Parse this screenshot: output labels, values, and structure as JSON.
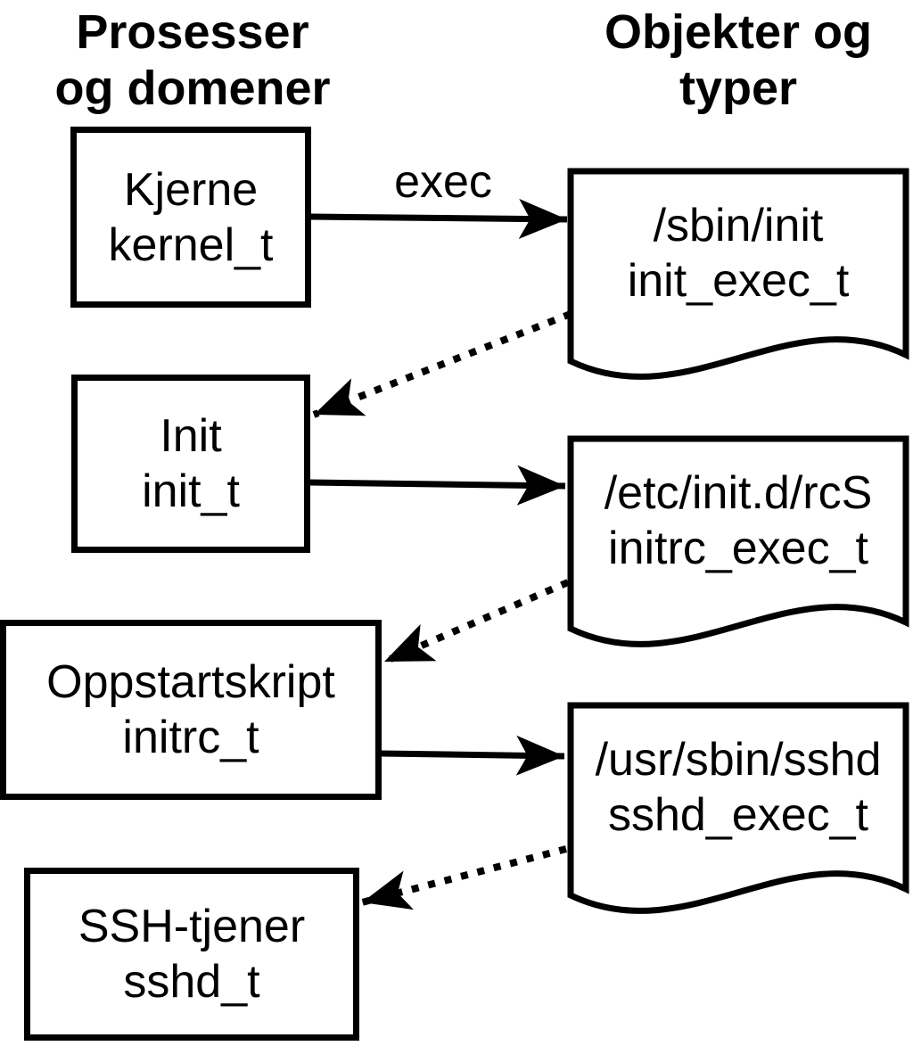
{
  "diagram": {
    "column_headers": {
      "left": {
        "line1": "Prosesser",
        "line2": "og domener"
      },
      "right": {
        "line1": "Objekter og",
        "line2": "typer"
      }
    },
    "processes": [
      {
        "label": "Kjerne",
        "domain": "kernel_t"
      },
      {
        "label": "Init",
        "domain": "init_t"
      },
      {
        "label": "Oppstartskript",
        "domain": "initrc_t"
      },
      {
        "label": "SSH-tjener",
        "domain": "sshd_t"
      }
    ],
    "objects": [
      {
        "path": "/sbin/init",
        "type": "init_exec_t"
      },
      {
        "path": "/etc/init.d/rcS",
        "type": "initrc_exec_t"
      },
      {
        "path": "/usr/sbin/sshd",
        "type": "sshd_exec_t"
      }
    ],
    "edges": {
      "exec_label": "exec",
      "solid_exec": [
        {
          "from": "kernel_t",
          "to": "init_exec_t",
          "label": "exec"
        },
        {
          "from": "init_t",
          "to": "initrc_exec_t"
        },
        {
          "from": "initrc_t",
          "to": "sshd_exec_t"
        }
      ],
      "dotted_transition": [
        {
          "from": "init_exec_t",
          "to": "init_t"
        },
        {
          "from": "initrc_exec_t",
          "to": "initrc_t"
        },
        {
          "from": "sshd_exec_t",
          "to": "sshd_t"
        }
      ]
    },
    "colors": {
      "stroke": "#000000",
      "fill": "#ffffff"
    }
  }
}
